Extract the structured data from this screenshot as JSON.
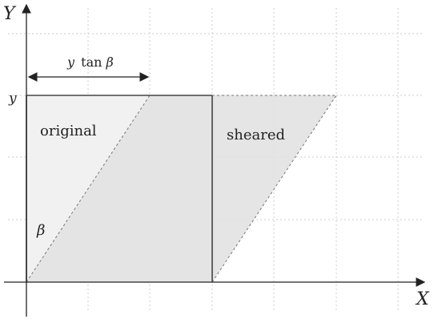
{
  "diagram": {
    "axes": {
      "x_label": "X",
      "y_label": "Y"
    },
    "shapes": {
      "original_label": "original",
      "sheared_label": "sheared"
    },
    "annotations": {
      "y_marker": "y",
      "shear_offset_italic": "y",
      "shear_offset_rest": "tan ",
      "shear_offset_beta": "β",
      "angle_label": "β"
    },
    "colors": {
      "original_fill": "#f1f1f1",
      "sheared_fill": "#e2e2e2",
      "outline": "#444444",
      "grid": "#cccccc",
      "axis": "#222222",
      "dashed_edge": "#777777"
    }
  }
}
